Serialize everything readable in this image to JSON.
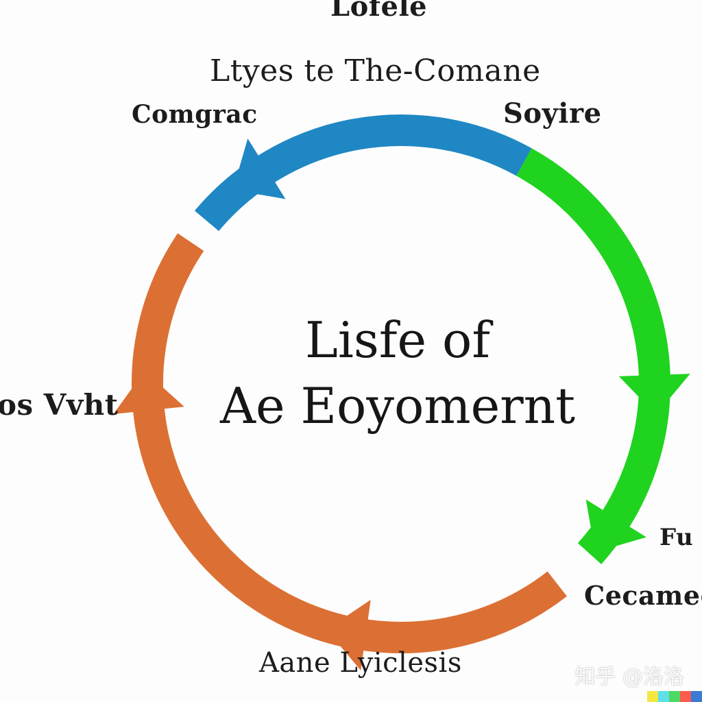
{
  "labels": {
    "top_partial": "Lofele",
    "top_heading": "Ltyes te The-Comane",
    "upper_left": "Comgrac",
    "upper_right": "Soyire",
    "left": "os Vvht",
    "right_a": "Fu",
    "right_b": "Cecamec",
    "bottom": "Aane Lyiclesis"
  },
  "center": {
    "line1": "Lisfe of",
    "line2": "Ae Eoyomernt"
  },
  "watermark": "知乎 @洛洛",
  "colors": {
    "blue": "#1f87c4",
    "green": "#1fd31f",
    "orange": "#dc7034",
    "text": "#1c1c1c",
    "background": "#fdfdfd"
  },
  "swatches": [
    "#f5e642",
    "#5de0e6",
    "#4cd964",
    "#ff5a4e",
    "#3a7bd5"
  ]
}
